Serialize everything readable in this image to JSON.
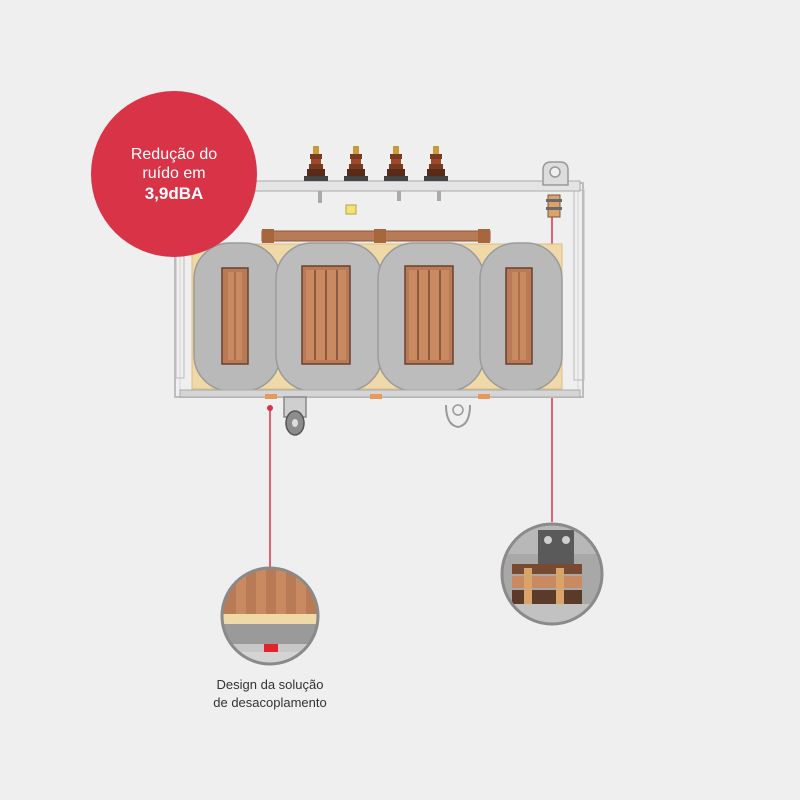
{
  "badge": {
    "line1": "Redução do",
    "line2": "ruído em",
    "line3": "3,9dBA",
    "color": "#d83347"
  },
  "caption": {
    "line1": "Design da solução",
    "line2": "de desacoplamento"
  },
  "colors": {
    "background": "#efefef",
    "accent": "#d83347",
    "core": "#b9b9b9",
    "winding": "#b97a56",
    "insulation": "#efd9a8",
    "frame": "#c9c9c9"
  }
}
